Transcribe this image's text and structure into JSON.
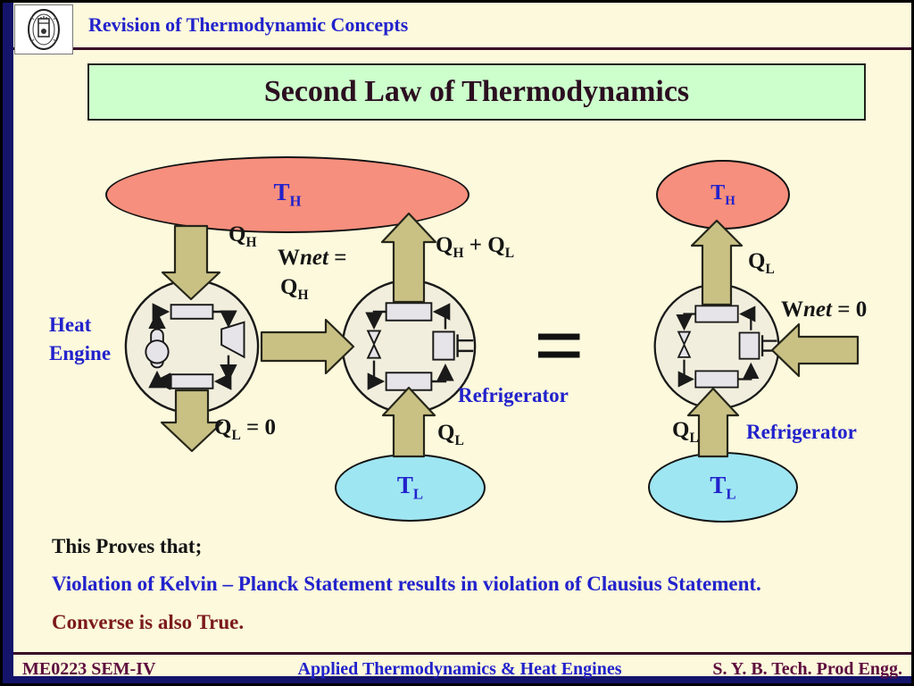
{
  "header": {
    "title": "Revision of Thermodynamic Concepts"
  },
  "slide_title": "Second Law of Thermodynamics",
  "labels": {
    "th_base": "T",
    "th_sub": "H",
    "tl_base": "T",
    "tl_sub": "L",
    "qh_base": "Q",
    "qh_sub": "H",
    "ql_base": "Q",
    "ql_sub": "L",
    "ql_zero_suffix": " = 0",
    "plus": " + ",
    "wnet_w": "W",
    "wnet_net": "net",
    "wnet_eq": " =",
    "wnet_zero_eq": " = 0",
    "heat_engine_line1": "Heat",
    "heat_engine_line2": "Engine",
    "refrigerator_mid": "Refrigerator",
    "refrigerator_right": "Refrigerator",
    "equals": "="
  },
  "body": {
    "line1": "This Proves that;",
    "line2": "Violation of Kelvin – Planck Statement results in violation of Clausius Statement.",
    "line3": "Converse is also True."
  },
  "footer": {
    "left": "ME0223 SEM-IV",
    "center": "Applied Thermodynamics & Heat Engines",
    "right": "S. Y. B. Tech. Prod Engg."
  },
  "colors": {
    "background": "#FCF9DC",
    "navy_border": "#14146A",
    "title_box_fill": "#CCFFCC",
    "hot_reservoir": "#F68F7D",
    "cold_reservoir": "#9EE6F2",
    "arrow_fill": "#C9C184",
    "blue_text": "#2222CC",
    "maroon_text": "#7B1A1A",
    "footer_text": "#5E0E3E",
    "divider_maroon": "#3A0A28"
  }
}
